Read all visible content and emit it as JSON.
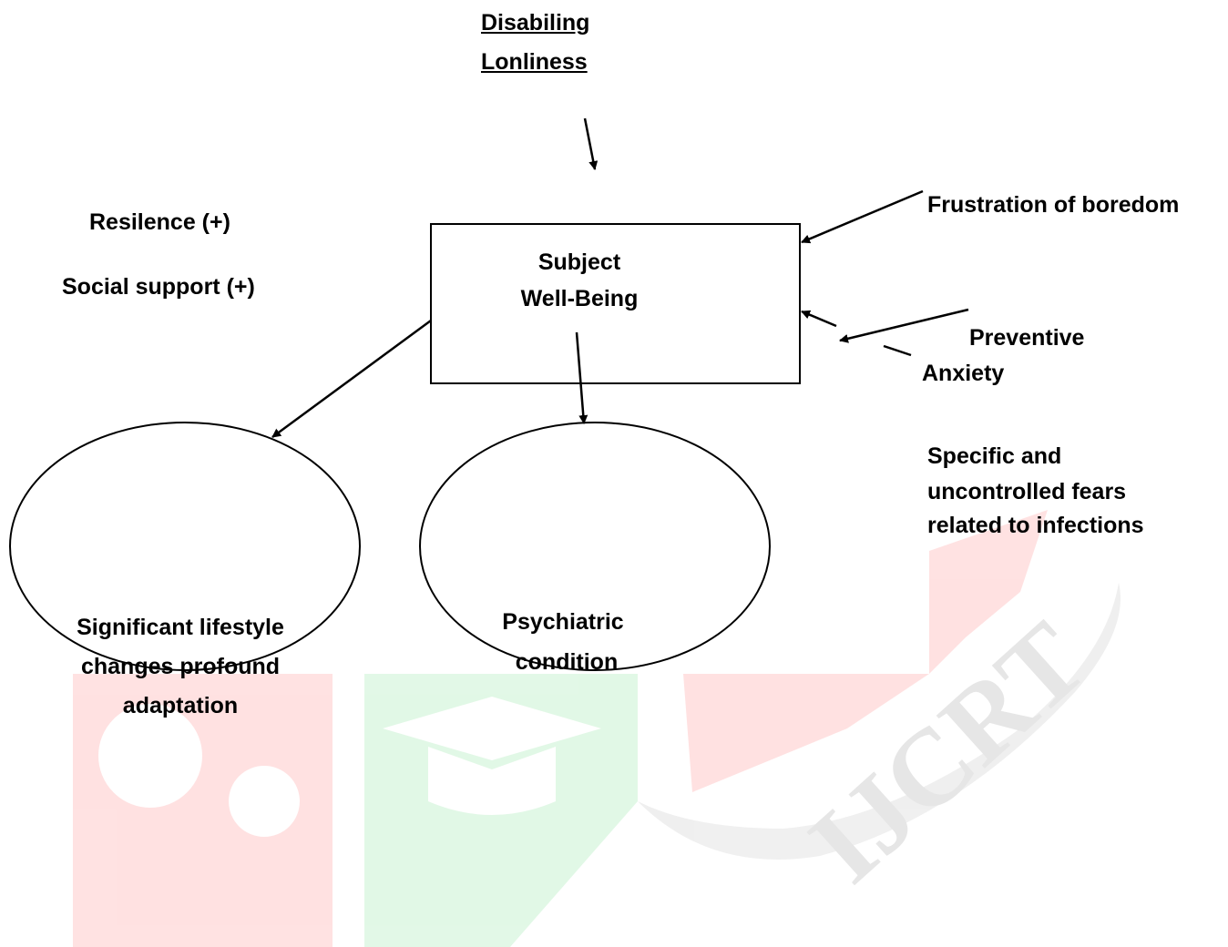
{
  "top_label": {
    "line1": "Disabiling",
    "line2": "Lonliness"
  },
  "left_labels": {
    "resilience": "Resilence (+)",
    "social_support": "Social support (+)"
  },
  "center_box": {
    "line1": "Subject",
    "line2": "Well-Being"
  },
  "right_labels": {
    "frustration": "Frustration of boredom",
    "preventive": "Preventive",
    "anxiety": "Anxiety",
    "fears": [
      "Specific and",
      "uncontrolled fears",
      "related to infections"
    ]
  },
  "ellipse_left": {
    "lines": [
      "Significant lifestyle",
      "changes profound",
      "adaptation"
    ]
  },
  "ellipse_right": {
    "lines": [
      "Psychiatric",
      "condition"
    ]
  },
  "watermark": {
    "text": "IJCRT",
    "colors": {
      "red": "#ff0000",
      "green": "#00b050"
    }
  }
}
